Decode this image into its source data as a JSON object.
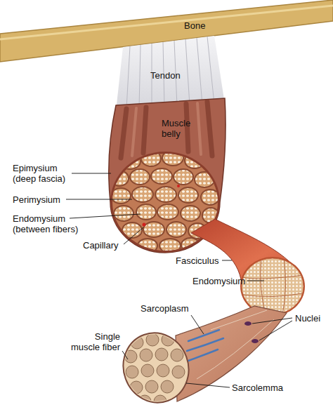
{
  "diagram": {
    "labels": [
      "Bone",
      "Tendon",
      "Muscle belly",
      "Epimysium (deep fascia)",
      "Perimysium",
      "Endomysium (between fibers)",
      "Capillary",
      "Fasciculus",
      "Endomysium",
      "Sarcoplasm",
      "Single muscle fiber",
      "Nuclei",
      "Sarcolemma"
    ]
  }
}
